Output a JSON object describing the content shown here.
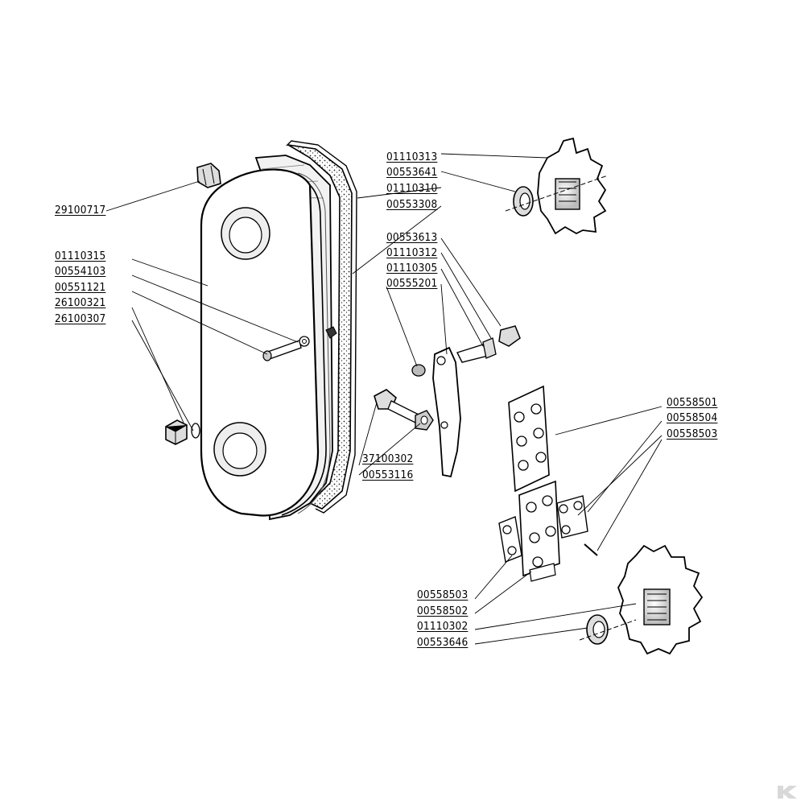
{
  "diagram": {
    "labels": {
      "l29100717": "29100717",
      "l01110313": "01110313",
      "l00553641": "00553641",
      "l01110310": "01110310",
      "l00553308": "00553308",
      "l00553613": "00553613",
      "l01110312": "01110312",
      "l01110305": "01110305",
      "l00555201": "00555201",
      "l01110315": "01110315",
      "l00554103": "00554103",
      "l00551121": "00551121",
      "l26100321": "26100321",
      "l26100307": "26100307",
      "l37100302": "37100302",
      "l00553116": "00553116",
      "l00558501": "00558501",
      "l00558504": "00558504",
      "l00558503a": "00558503",
      "l00558503b": "00558503",
      "l00558502": "00558502",
      "l01110302": "01110302",
      "l00553646": "00553646"
    },
    "logo": "brand-logo-icon"
  }
}
